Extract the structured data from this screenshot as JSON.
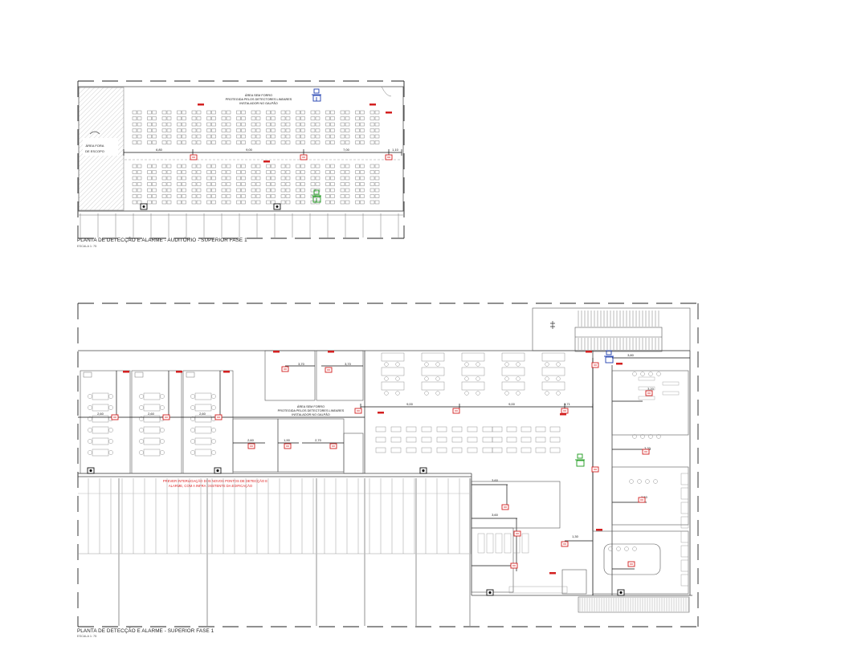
{
  "drawings": [
    {
      "title": "PLANTA DE DETECÇÃO E ALARME - AUDITÓRIO - SUPERIOR FASE 1",
      "scale": "ESCALA 1: 75",
      "note": [
        "ÁREA SEM FORRO",
        "PROTEGIDA PELOS DETECTORES LINEARES",
        "INSTALADOR NO GALPÃO"
      ],
      "area_label": [
        "ÁREA FORA",
        "DE ESCOPO"
      ],
      "dimensions": [
        "6,80",
        "9,00",
        "7,00",
        "1,10"
      ]
    },
    {
      "title": "PLANTA DE DETECÇÃO E ALARME - SUPERIOR FASE 1",
      "scale": "ESCALA 1: 75",
      "note": [
        "ÁREA SEM FORRO",
        "PROTEGIDA PELOS DETECTORES LINEARES",
        "INSTALADOR NO GALPÃO"
      ],
      "warning": [
        "PREVER INTERLIGAÇÃO DOS NOVOS PONTOS DE DETECÇÃO E",
        "ALARME, COM A INFRA EXISTENTE DA EDIFICAÇÃO"
      ],
      "dimensions": [
        "3,70",
        "3,70",
        "2,60",
        "2,60",
        "2,60",
        "2,60",
        "1,90",
        "2,70",
        "9,00",
        "9,00",
        "3,71",
        "3,80",
        "3,20",
        "3,20",
        "3,50",
        "3,60",
        "3,60",
        "1,30"
      ]
    }
  ],
  "colors": {
    "line": "#3a3a3a",
    "light_line": "#9a9a9a",
    "detector": "#d32020",
    "panel": "#1f3fb0",
    "repeater": "#1a9a1a",
    "warning_text": "#e02020"
  }
}
